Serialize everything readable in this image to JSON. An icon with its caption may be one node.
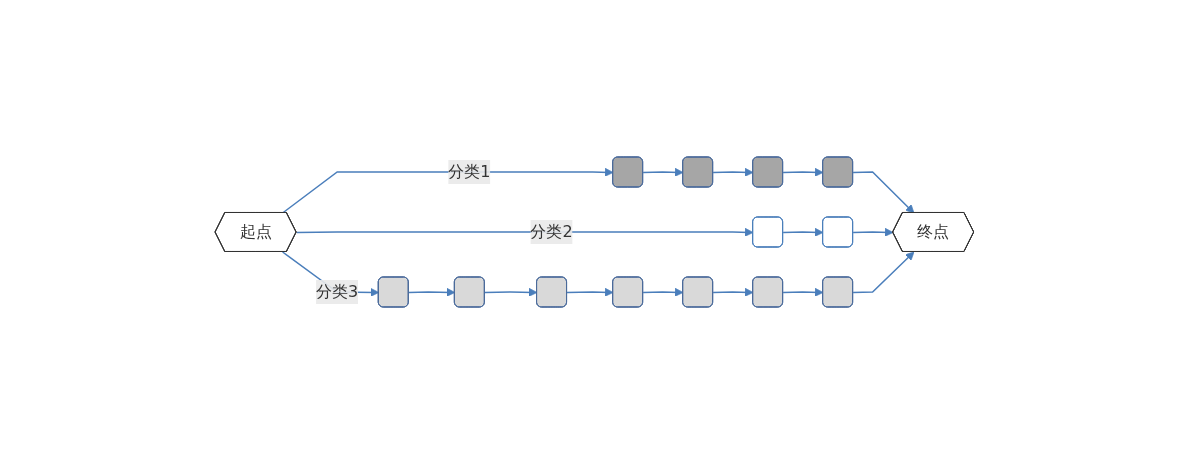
{
  "diagram": {
    "nodes": [
      {
        "text": [
          "起点"
        ]
      },
      {
        "text": [],
        "shape": "box"
      },
      {
        "text": [],
        "shape": "box"
      },
      {
        "text": [],
        "shape": "box"
      },
      {
        "text": [],
        "shape": "box"
      },
      {
        "text": [],
        "shape": "box"
      },
      {
        "text": [],
        "shape": "box"
      },
      {
        "text": [],
        "shape": "box"
      },
      {
        "text": [],
        "shape": "box"
      },
      {
        "text": [],
        "shape": "box"
      },
      {
        "text": [],
        "shape": "box"
      },
      {
        "text": [],
        "shape": "box"
      },
      {
        "text": [],
        "shape": "box"
      },
      {
        "text": [],
        "shape": "box"
      },
      {
        "text": [
          "终点"
        ]
      }
    ],
    "edges": [
      {
        "from": 0,
        "to": 1,
        "arrow": "to",
        "label": "分类1"
      },
      {
        "from": 1,
        "to": 2,
        "arrow": "to"
      },
      {
        "from": 2,
        "to": 3,
        "arrow": "to"
      },
      {
        "from": 3,
        "to": 4,
        "arrow": "to"
      },
      {
        "from": 4,
        "to": 14,
        "arrow": "to"
      },
      {
        "from": 0,
        "to": 5,
        "arrow": "to",
        "label": "分类2"
      },
      {
        "from": 5,
        "to": 6,
        "arrow": "to"
      },
      {
        "from": 6,
        "to": 14,
        "arrow": "to"
      },
      {
        "from": 0,
        "to": 7,
        "arrow": "to",
        "label": "分类3"
      },
      {
        "from": 7,
        "to": 8,
        "arrow": "to"
      },
      {
        "from": 8,
        "to": 9,
        "arrow": "to"
      },
      {
        "from": 9,
        "to": 10,
        "arrow": "to"
      },
      {
        "from": 10,
        "to": 11,
        "arrow": "to"
      },
      {
        "from": 11,
        "to": 12,
        "arrow": "to"
      },
      {
        "from": 12,
        "to": 13,
        "arrow": "to"
      },
      {
        "from": 13,
        "to": 14,
        "arrow": "to"
      }
    ]
  }
}
